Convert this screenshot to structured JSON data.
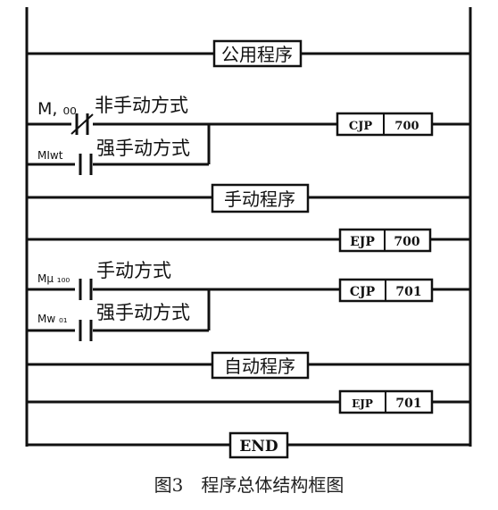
{
  "sections": {
    "common": "公用程序",
    "manual": "手动程序",
    "auto": "自动程序",
    "end": "END"
  },
  "contacts": {
    "c1_label": "M, ₀₀",
    "c1_desc": "非手动方式",
    "c2_label": "MIwt",
    "c2_desc": "强手动方式",
    "c3_label": "Mμ ₁₀₀",
    "c3_desc": "手动方式",
    "c4_label": "Mw ₀₁",
    "c4_desc": "强手动方式"
  },
  "instructions": {
    "i1_op": "CJP",
    "i1_arg": "700",
    "i2_op": "EJP",
    "i2_arg": "700",
    "i3_op": "CJP",
    "i3_arg": "701",
    "i4_op": "EJP",
    "i4_arg": "701"
  },
  "caption": "图3　程序总体结构框图"
}
